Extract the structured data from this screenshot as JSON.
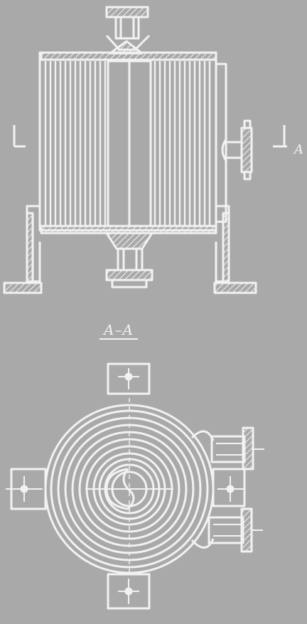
{
  "figure": {
    "section_title": "A–A",
    "section_mark_letter": "A",
    "colors": {
      "background": "#a9a9a9",
      "line": "#f2f2f2",
      "hatch": "#f2f2f2"
    },
    "views": [
      "elevation-view",
      "section-view-a-a"
    ],
    "plan_view_ring_count": 11
  }
}
